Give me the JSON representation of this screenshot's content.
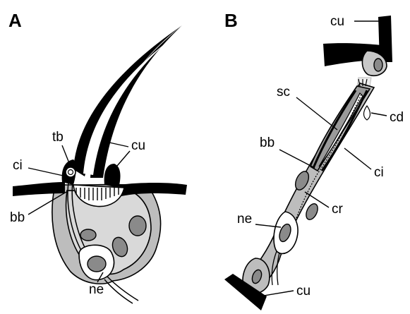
{
  "panels": [
    {
      "letter": "A",
      "labels": {
        "tb": "tb",
        "ci": "ci",
        "cu": "cu",
        "bb": "bb",
        "ne": "ne"
      }
    },
    {
      "letter": "B",
      "labels": {
        "cu_top": "cu",
        "sc": "sc",
        "cd": "cd",
        "bb": "bb",
        "ci": "ci",
        "cr": "cr",
        "ne": "ne",
        "cu_bottom": "cu"
      }
    }
  ],
  "colors": {
    "cuticle": "#000000",
    "light_tissue": "#d6d6d6",
    "mid_tissue": "#b0b0b0",
    "dark_tissue": "#8e8e8e",
    "nucleus": "#8a8a8a",
    "neuron": "#ffffff"
  }
}
